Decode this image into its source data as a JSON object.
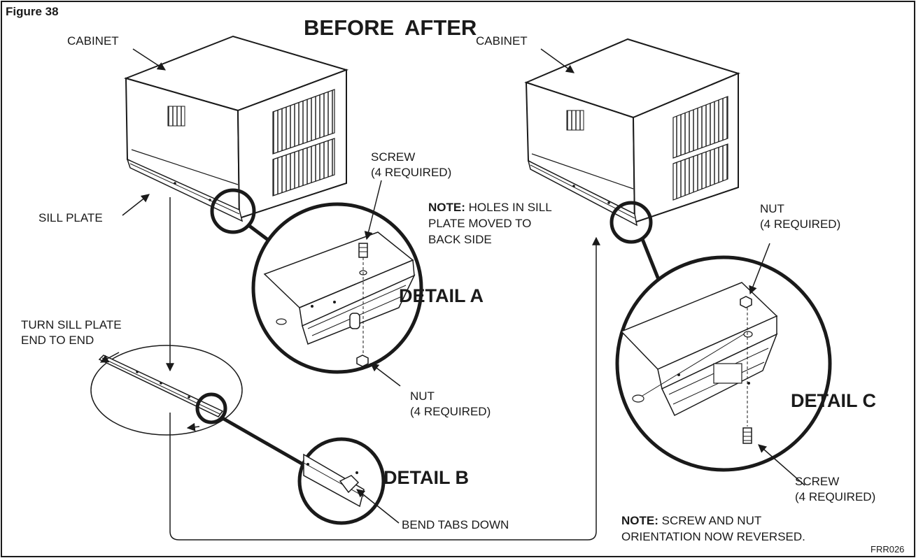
{
  "figure_label": "Figure 38",
  "title_before": "BEFORE",
  "title_after": "AFTER",
  "labels": {
    "cabinet_left": "CABINET",
    "cabinet_right": "CABINET",
    "sill_plate": "SILL PLATE",
    "turn_line1": "TURN SILL PLATE",
    "turn_line2": "END TO END",
    "screw_a_line1": "SCREW",
    "screw_a_line2": "(4 REQUIRED)",
    "nut_a_line1": "NUT",
    "nut_a_line2": "(4 REQUIRED)",
    "note_holes_bold": "NOTE:",
    "note_holes_line1": " HOLES IN SILL",
    "note_holes_line2": "PLATE MOVED TO",
    "note_holes_line3": "BACK SIDE",
    "nut_c_line1": "NUT",
    "nut_c_line2": "(4 REQUIRED)",
    "screw_c_line1": "SCREW",
    "screw_c_line2": "(4 REQUIRED)",
    "bend_tabs": "BEND TABS DOWN",
    "note_orient_bold": "NOTE:",
    "note_orient_line1": " SCREW AND NUT",
    "note_orient_line2": "ORIENTATION NOW REVERSED.",
    "code": "FRR026"
  },
  "details": {
    "a": "DETAIL A",
    "b": "DETAIL B",
    "c": "DETAIL C"
  }
}
